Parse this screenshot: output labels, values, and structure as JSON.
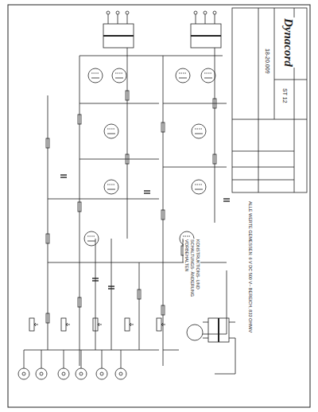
{
  "diagram": {
    "labels": [
      "Dynacord",
      "18-20.009",
      "ST 12",
      "ALLE WERTE GEMESSEN: 6 V DC 500 V~ BEREICH, 833 OHM/V",
      "KONSTRUKTIONS- UND SCHALTUNGS- ÄNDERUNG VORBEHALTEN"
    ]
  }
}
